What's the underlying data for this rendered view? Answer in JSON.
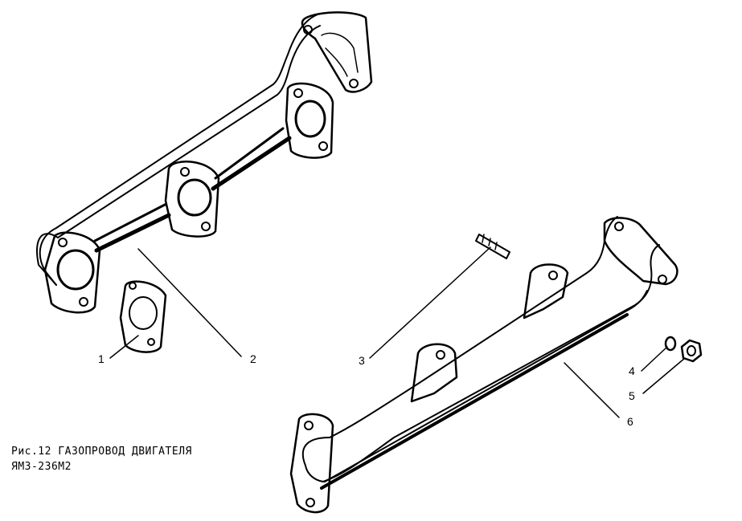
{
  "figure": {
    "caption_line1": "Рис.12 ГАЗОПРОВОД ДВИГАТЕЛЯ",
    "caption_line2": "ЯМЗ-236М2"
  },
  "callouts": {
    "c1": "1",
    "c2": "2",
    "c3": "3",
    "c4": "4",
    "c5": "5",
    "c6": "6"
  },
  "colors": {
    "ink": "#000000",
    "paper": "#ffffff"
  }
}
